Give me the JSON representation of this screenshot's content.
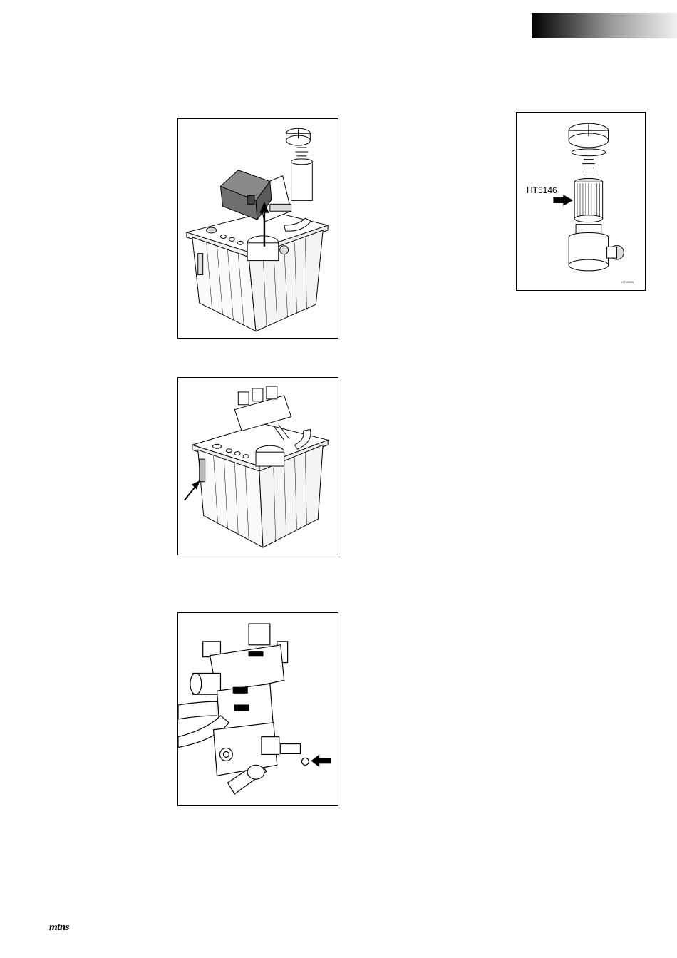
{
  "figures": {
    "filter": {
      "label": "HT5146",
      "code": "HT5000B"
    }
  },
  "footer": {
    "logo_text": "mtns"
  }
}
